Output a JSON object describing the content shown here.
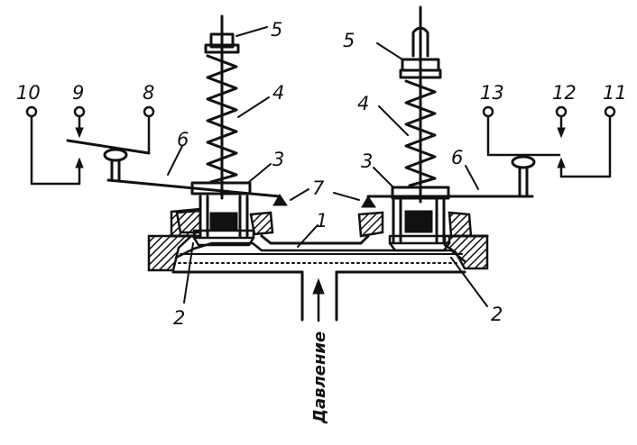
{
  "labels": {
    "l10": "10",
    "l9": "9",
    "l8": "8",
    "l13": "13",
    "l12": "12",
    "l11": "11",
    "l5_left": "5",
    "l5_right": "5",
    "l4_left": "4",
    "l4_right": "4",
    "l6_left": "6",
    "l6_right": "6",
    "l3_left": "3",
    "l3_right": "3",
    "l7": "7",
    "l1": "1",
    "l2_left": "2",
    "l2_right": "2"
  },
  "pressure_label": "Давление"
}
